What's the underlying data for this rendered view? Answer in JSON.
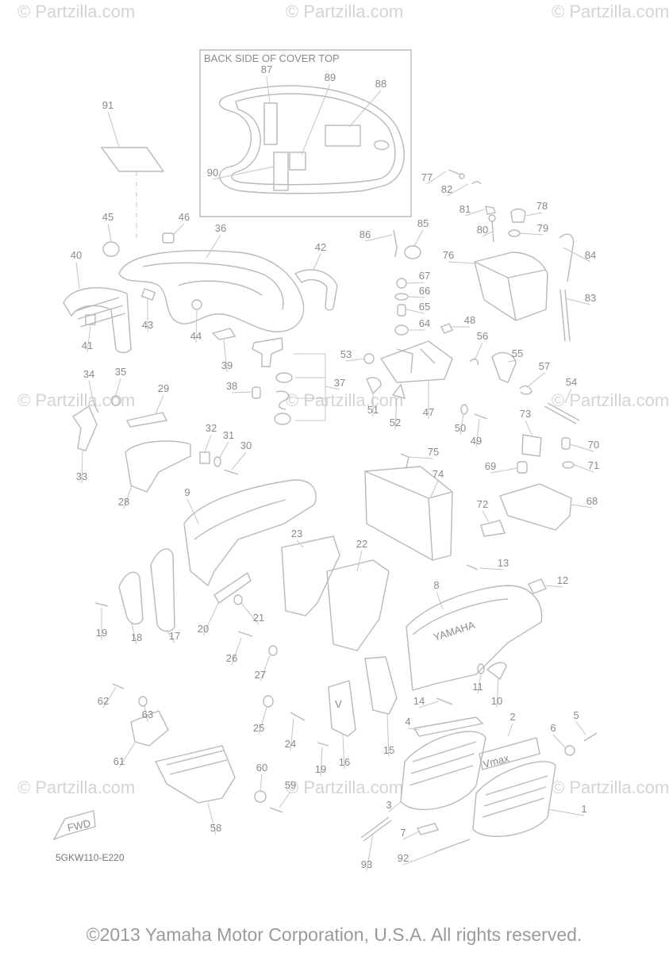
{
  "diagram": {
    "inset_title": "BACK SIDE OF COVER TOP",
    "drawing_code": "5GKW110-E220",
    "copyright": "©2013 Yamaha Motor Corporation, U.S.A. All rights reserved.",
    "watermark": "© Partzilla.com",
    "part_badges": [
      "YAMAHA",
      "Vmax",
      "FWD"
    ],
    "callouts": [
      {
        "id": "c91",
        "label": "91"
      },
      {
        "id": "c87",
        "label": "87"
      },
      {
        "id": "c89",
        "label": "89"
      },
      {
        "id": "c88",
        "label": "88"
      },
      {
        "id": "c90",
        "label": "90"
      },
      {
        "id": "c77",
        "label": "77"
      },
      {
        "id": "c82",
        "label": "82"
      },
      {
        "id": "c81",
        "label": "81"
      },
      {
        "id": "c78",
        "label": "78"
      },
      {
        "id": "c80",
        "label": "80"
      },
      {
        "id": "c79",
        "label": "79"
      },
      {
        "id": "c45",
        "label": "45"
      },
      {
        "id": "c46",
        "label": "46"
      },
      {
        "id": "c36",
        "label": "36"
      },
      {
        "id": "c42",
        "label": "42"
      },
      {
        "id": "c86",
        "label": "86"
      },
      {
        "id": "c85",
        "label": "85"
      },
      {
        "id": "c76",
        "label": "76"
      },
      {
        "id": "c84",
        "label": "84"
      },
      {
        "id": "c40",
        "label": "40"
      },
      {
        "id": "c67",
        "label": "67"
      },
      {
        "id": "c66",
        "label": "66"
      },
      {
        "id": "c65",
        "label": "65"
      },
      {
        "id": "c83",
        "label": "83"
      },
      {
        "id": "c43",
        "label": "43"
      },
      {
        "id": "c64",
        "label": "64"
      },
      {
        "id": "c48",
        "label": "48"
      },
      {
        "id": "c41",
        "label": "41"
      },
      {
        "id": "c44",
        "label": "44"
      },
      {
        "id": "c39",
        "label": "39"
      },
      {
        "id": "c56",
        "label": "56"
      },
      {
        "id": "c53",
        "label": "53"
      },
      {
        "id": "c55",
        "label": "55"
      },
      {
        "id": "c57",
        "label": "57"
      },
      {
        "id": "c34",
        "label": "34"
      },
      {
        "id": "c35",
        "label": "35"
      },
      {
        "id": "c29",
        "label": "29"
      },
      {
        "id": "c38",
        "label": "38"
      },
      {
        "id": "c37",
        "label": "37"
      },
      {
        "id": "c54",
        "label": "54"
      },
      {
        "id": "c51",
        "label": "51"
      },
      {
        "id": "c47",
        "label": "47"
      },
      {
        "id": "c50",
        "label": "50"
      },
      {
        "id": "c49",
        "label": "49"
      },
      {
        "id": "c52",
        "label": "52"
      },
      {
        "id": "c32",
        "label": "32"
      },
      {
        "id": "c31",
        "label": "31"
      },
      {
        "id": "c30",
        "label": "30"
      },
      {
        "id": "c73",
        "label": "73"
      },
      {
        "id": "c70",
        "label": "70"
      },
      {
        "id": "c75",
        "label": "75"
      },
      {
        "id": "c33",
        "label": "33"
      },
      {
        "id": "c69",
        "label": "69"
      },
      {
        "id": "c71",
        "label": "71"
      },
      {
        "id": "c28",
        "label": "28"
      },
      {
        "id": "c74",
        "label": "74"
      },
      {
        "id": "c9",
        "label": "9"
      },
      {
        "id": "c72",
        "label": "72"
      },
      {
        "id": "c68",
        "label": "68"
      },
      {
        "id": "c23",
        "label": "23"
      },
      {
        "id": "c22",
        "label": "22"
      },
      {
        "id": "c13",
        "label": "13"
      },
      {
        "id": "c12",
        "label": "12"
      },
      {
        "id": "c8",
        "label": "8"
      },
      {
        "id": "c21",
        "label": "21"
      },
      {
        "id": "c19a",
        "label": "19"
      },
      {
        "id": "c18",
        "label": "18"
      },
      {
        "id": "c17",
        "label": "17"
      },
      {
        "id": "c20",
        "label": "20"
      },
      {
        "id": "c26",
        "label": "26"
      },
      {
        "id": "c27",
        "label": "27"
      },
      {
        "id": "c11",
        "label": "11"
      },
      {
        "id": "c10",
        "label": "10"
      },
      {
        "id": "c62",
        "label": "62"
      },
      {
        "id": "c14",
        "label": "14"
      },
      {
        "id": "c63",
        "label": "63"
      },
      {
        "id": "c4",
        "label": "4"
      },
      {
        "id": "c2",
        "label": "2"
      },
      {
        "id": "c5",
        "label": "5"
      },
      {
        "id": "c25",
        "label": "25"
      },
      {
        "id": "c6",
        "label": "6"
      },
      {
        "id": "c15",
        "label": "15"
      },
      {
        "id": "c24",
        "label": "24"
      },
      {
        "id": "c61",
        "label": "61"
      },
      {
        "id": "c19b",
        "label": "19"
      },
      {
        "id": "c16",
        "label": "16"
      },
      {
        "id": "c60",
        "label": "60"
      },
      {
        "id": "c59",
        "label": "59"
      },
      {
        "id": "c3",
        "label": "3"
      },
      {
        "id": "c1",
        "label": "1"
      },
      {
        "id": "c58",
        "label": "58"
      },
      {
        "id": "c7",
        "label": "7"
      },
      {
        "id": "c92",
        "label": "92"
      },
      {
        "id": "c93",
        "label": "93"
      }
    ]
  }
}
